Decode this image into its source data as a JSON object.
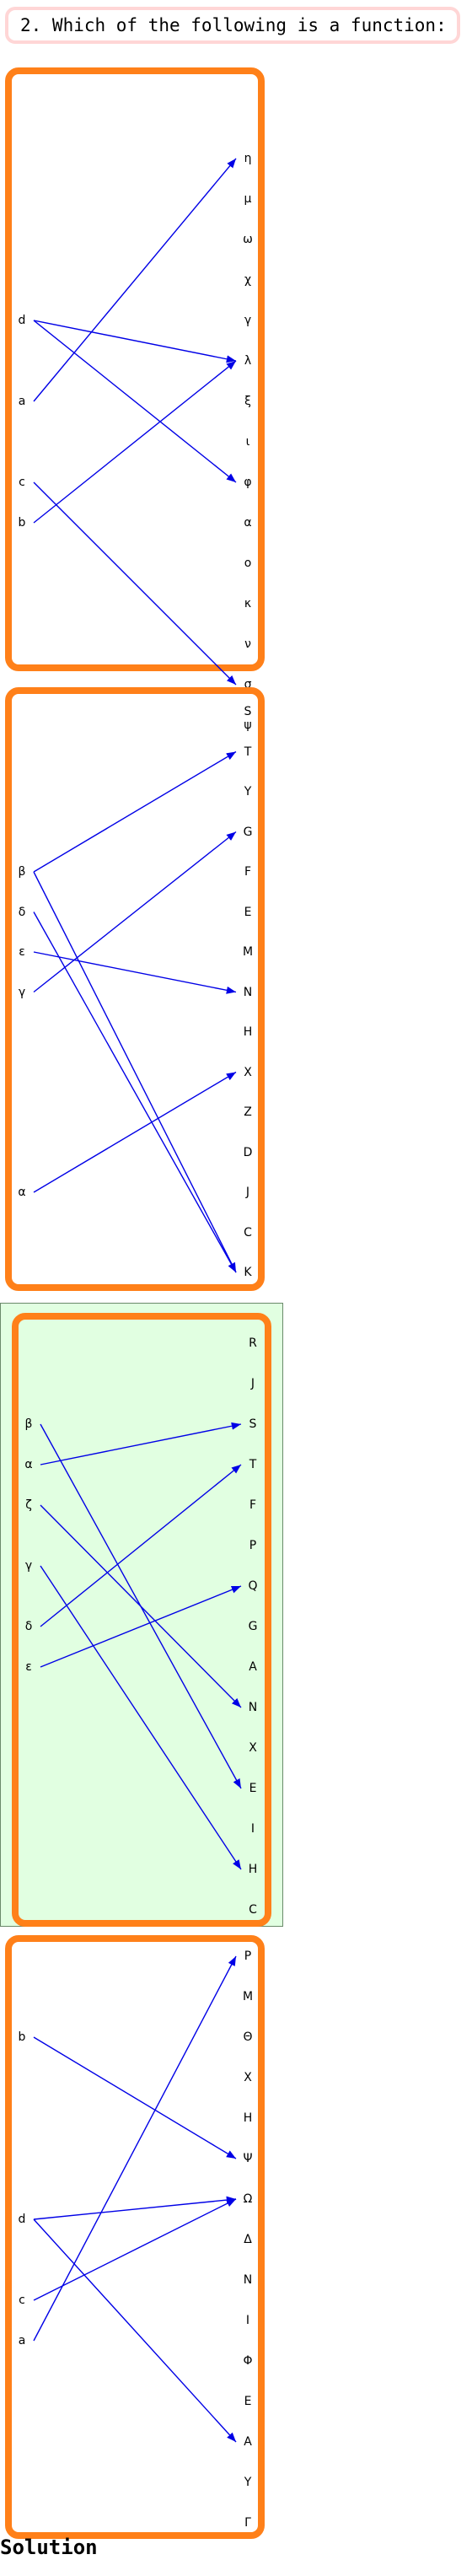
{
  "question": "2. Which of the following is a function:",
  "solution_label": "Solution",
  "colors": {
    "box_border": "#ff8019",
    "arrow": "#0000e6",
    "highlight_fill": "#e1ffe1"
  },
  "options": [
    {
      "id": "option-1",
      "selected": false,
      "left": [
        "d",
        "a",
        "c",
        "b"
      ],
      "right": [
        "η",
        "μ",
        "ω",
        "χ",
        "γ",
        "λ",
        "ξ",
        "ι",
        "φ",
        "α",
        "ο",
        "κ",
        "ν",
        "σ",
        "ψ"
      ],
      "arrows": [
        [
          "a",
          "η"
        ],
        [
          "d",
          "λ"
        ],
        [
          "d",
          "φ"
        ],
        [
          "b",
          "λ"
        ],
        [
          "c",
          "σ"
        ]
      ]
    },
    {
      "id": "option-2",
      "selected": false,
      "left": [
        "β",
        "δ",
        "ε",
        "γ",
        "α"
      ],
      "right": [
        "S",
        "T",
        "Y",
        "G",
        "F",
        "E",
        "M",
        "N",
        "H",
        "X",
        "Z",
        "D",
        "J",
        "C",
        "K"
      ],
      "arrows": [
        [
          "β",
          "T"
        ],
        [
          "β",
          "K"
        ],
        [
          "δ",
          "K"
        ],
        [
          "ε",
          "N"
        ],
        [
          "γ",
          "G"
        ],
        [
          "α",
          "X"
        ]
      ]
    },
    {
      "id": "option-3",
      "selected": true,
      "left": [
        "β",
        "α",
        "ζ",
        "γ",
        "δ",
        "ε"
      ],
      "right": [
        "R",
        "J",
        "S",
        "T",
        "F",
        "P",
        "Q",
        "G",
        "A",
        "N",
        "X",
        "E",
        "I",
        "H",
        "C"
      ],
      "arrows": [
        [
          "β",
          "E"
        ],
        [
          "α",
          "S"
        ],
        [
          "ζ",
          "N"
        ],
        [
          "γ",
          "H"
        ],
        [
          "δ",
          "T"
        ],
        [
          "ε",
          "Q"
        ]
      ]
    },
    {
      "id": "option-4",
      "selected": false,
      "left": [
        "b",
        "d",
        "c",
        "a"
      ],
      "right": [
        "P",
        "M",
        "Θ",
        "Χ",
        "Η",
        "Ψ",
        "Ω",
        "Δ",
        "Ν",
        "Ι",
        "Φ",
        "Ε",
        "Α",
        "Υ",
        "Γ"
      ],
      "arrows": [
        [
          "b",
          "Ψ"
        ],
        [
          "d",
          "Ω"
        ],
        [
          "d",
          "Α"
        ],
        [
          "c",
          "Ω"
        ],
        [
          "a",
          "P"
        ]
      ]
    }
  ]
}
